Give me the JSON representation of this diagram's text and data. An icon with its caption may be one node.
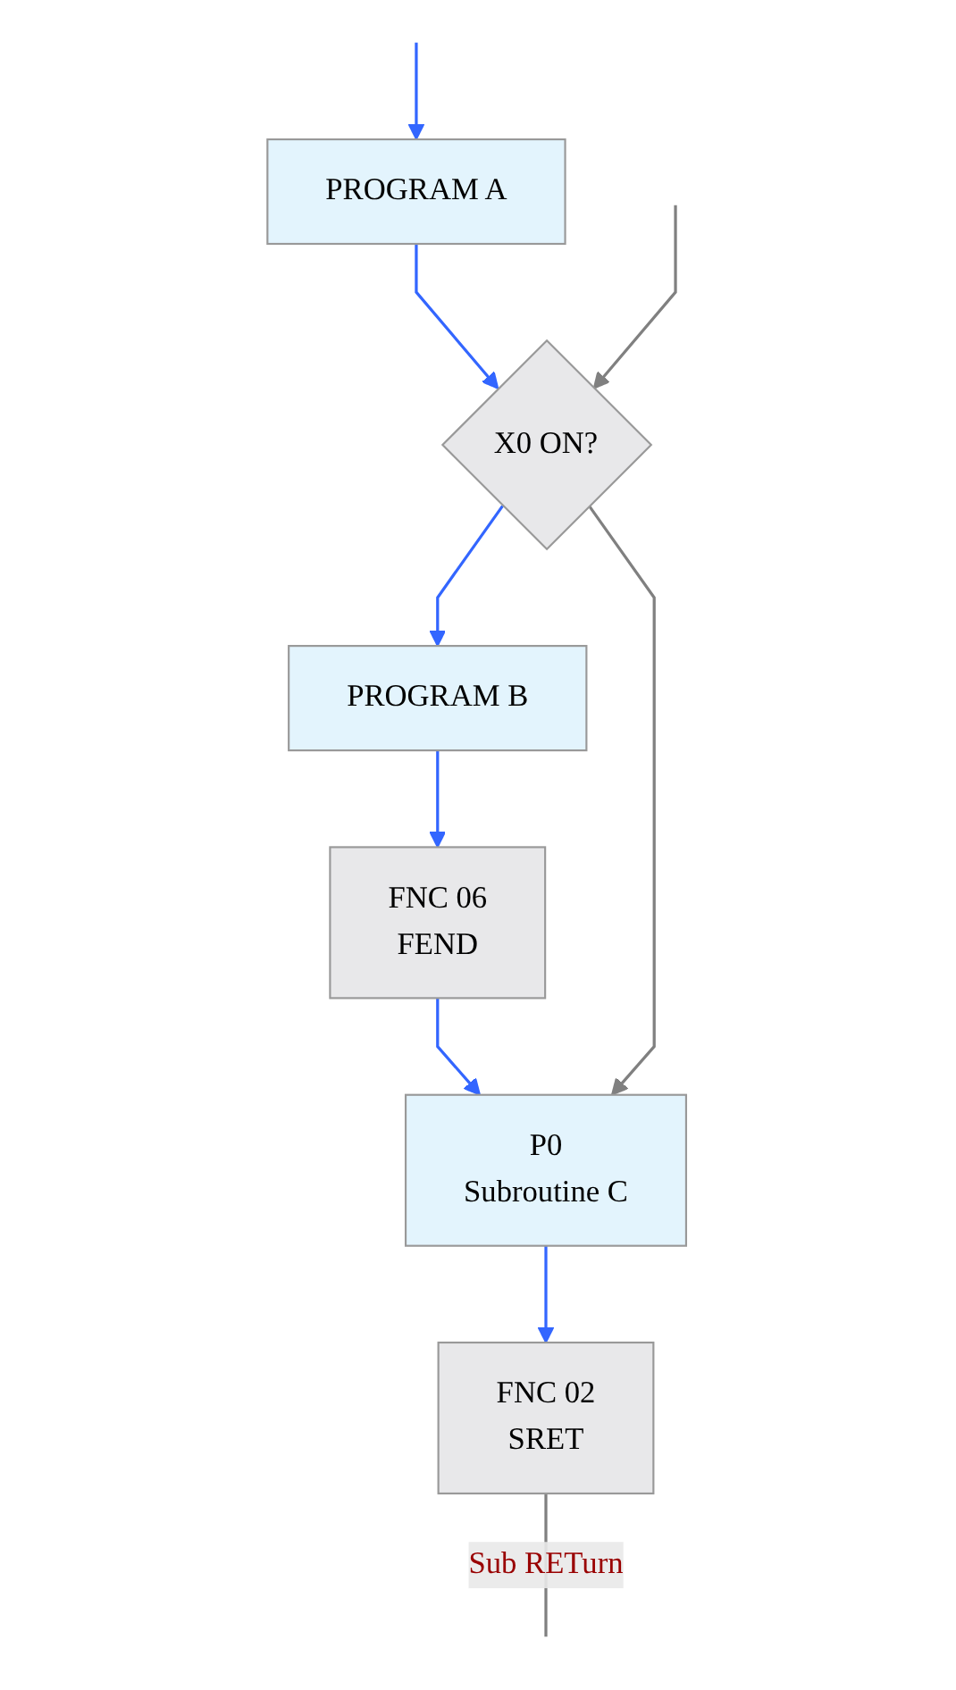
{
  "diagram": {
    "nodes": [
      {
        "text": [
          "PROGRAM A"
        ]
      },
      {
        "text": [
          "X0 ON?"
        ]
      },
      {
        "text": [
          "PROGRAM B"
        ]
      },
      {
        "text": [
          "FNC 06",
          "FEND"
        ]
      },
      {
        "text": [
          "P0",
          "Subroutine C"
        ]
      },
      {
        "text": [
          "FNC 02",
          "SRET"
        ]
      }
    ],
    "edges": [
      {
        "from": null,
        "to": 0,
        "arrow": "to"
      },
      {
        "from": 0,
        "to": 1,
        "arrow": "to"
      },
      {
        "from": null,
        "to": 1,
        "arrow": "to",
        "color": "#808080"
      },
      {
        "from": 1,
        "to": 2,
        "arrow": "to"
      },
      {
        "from": 2,
        "to": 3,
        "arrow": "to"
      },
      {
        "from": 3,
        "to": 4,
        "arrow": "to"
      },
      {
        "from": 1,
        "to": 4,
        "arrow": "to",
        "color": "#808080"
      },
      {
        "from": 5,
        "to": null,
        "arrow": "none",
        "label": "Sub RETurn",
        "color": "#808080"
      },
      {
        "from": 4,
        "to": 5,
        "arrow": "to"
      }
    ]
  }
}
